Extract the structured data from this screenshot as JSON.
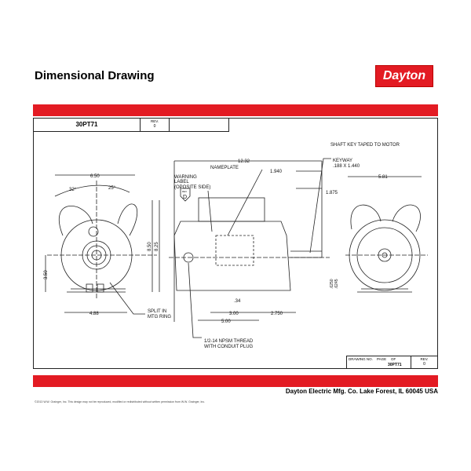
{
  "header": {
    "title": "Dimensional Drawing",
    "logo_text": "Dayton"
  },
  "title_block": {
    "model": "30PT71",
    "rev_label": "REV.",
    "rev_value": "0"
  },
  "drawing_block": {
    "drawing_no_label": "DRAWING NO.",
    "page_label": "PAGE",
    "of_label": "OF",
    "drawing_no": "30PT71",
    "rev_label": "REV.",
    "rev_value": "0"
  },
  "labels": {
    "shaft_key": "SHAFT KEY TAPED TO MOTOR",
    "keyway": "KEYWAY",
    "keyway_size": ".188 X 1.440",
    "nameplate": "NAMEPLATE",
    "warning1": "WARNING",
    "warning2": "LABEL",
    "warning3": "(OPOSITE SIDE)",
    "rev_badge_label": "REV",
    "rev_badge": "D",
    "split1": "SPLIT IN",
    "split2": "MTG RING",
    "thread1": "1/2-14 NPSM THREAD",
    "thread2": "WITH CONDUIT PLUG"
  },
  "dimensions": {
    "d650": "6.50",
    "a32": "32°",
    "a25": "25°",
    "d850": "8.50",
    "d825": "8.25",
    "d350": "3.50",
    "d488": "4.88",
    "d1232": "12.32",
    "d1940": "1.940",
    "d1875": "1.875",
    "d034": ".34",
    "d300": "3.00",
    "d2750": "2.750",
    "d500": "5.00",
    "d581": "5.81",
    "shaft1": ".6250",
    "shaft2": ".6245"
  },
  "footer": {
    "company": "Dayton Electric Mfg. Co.  Lake Forest, IL  60045  USA",
    "copyright": "©2013 W.W. Grainger, Inc.   This design may not be reproduced, modified or redistributed without written permission from W.W. Grainger, Inc."
  },
  "colors": {
    "brand_red": "#e31b23"
  }
}
